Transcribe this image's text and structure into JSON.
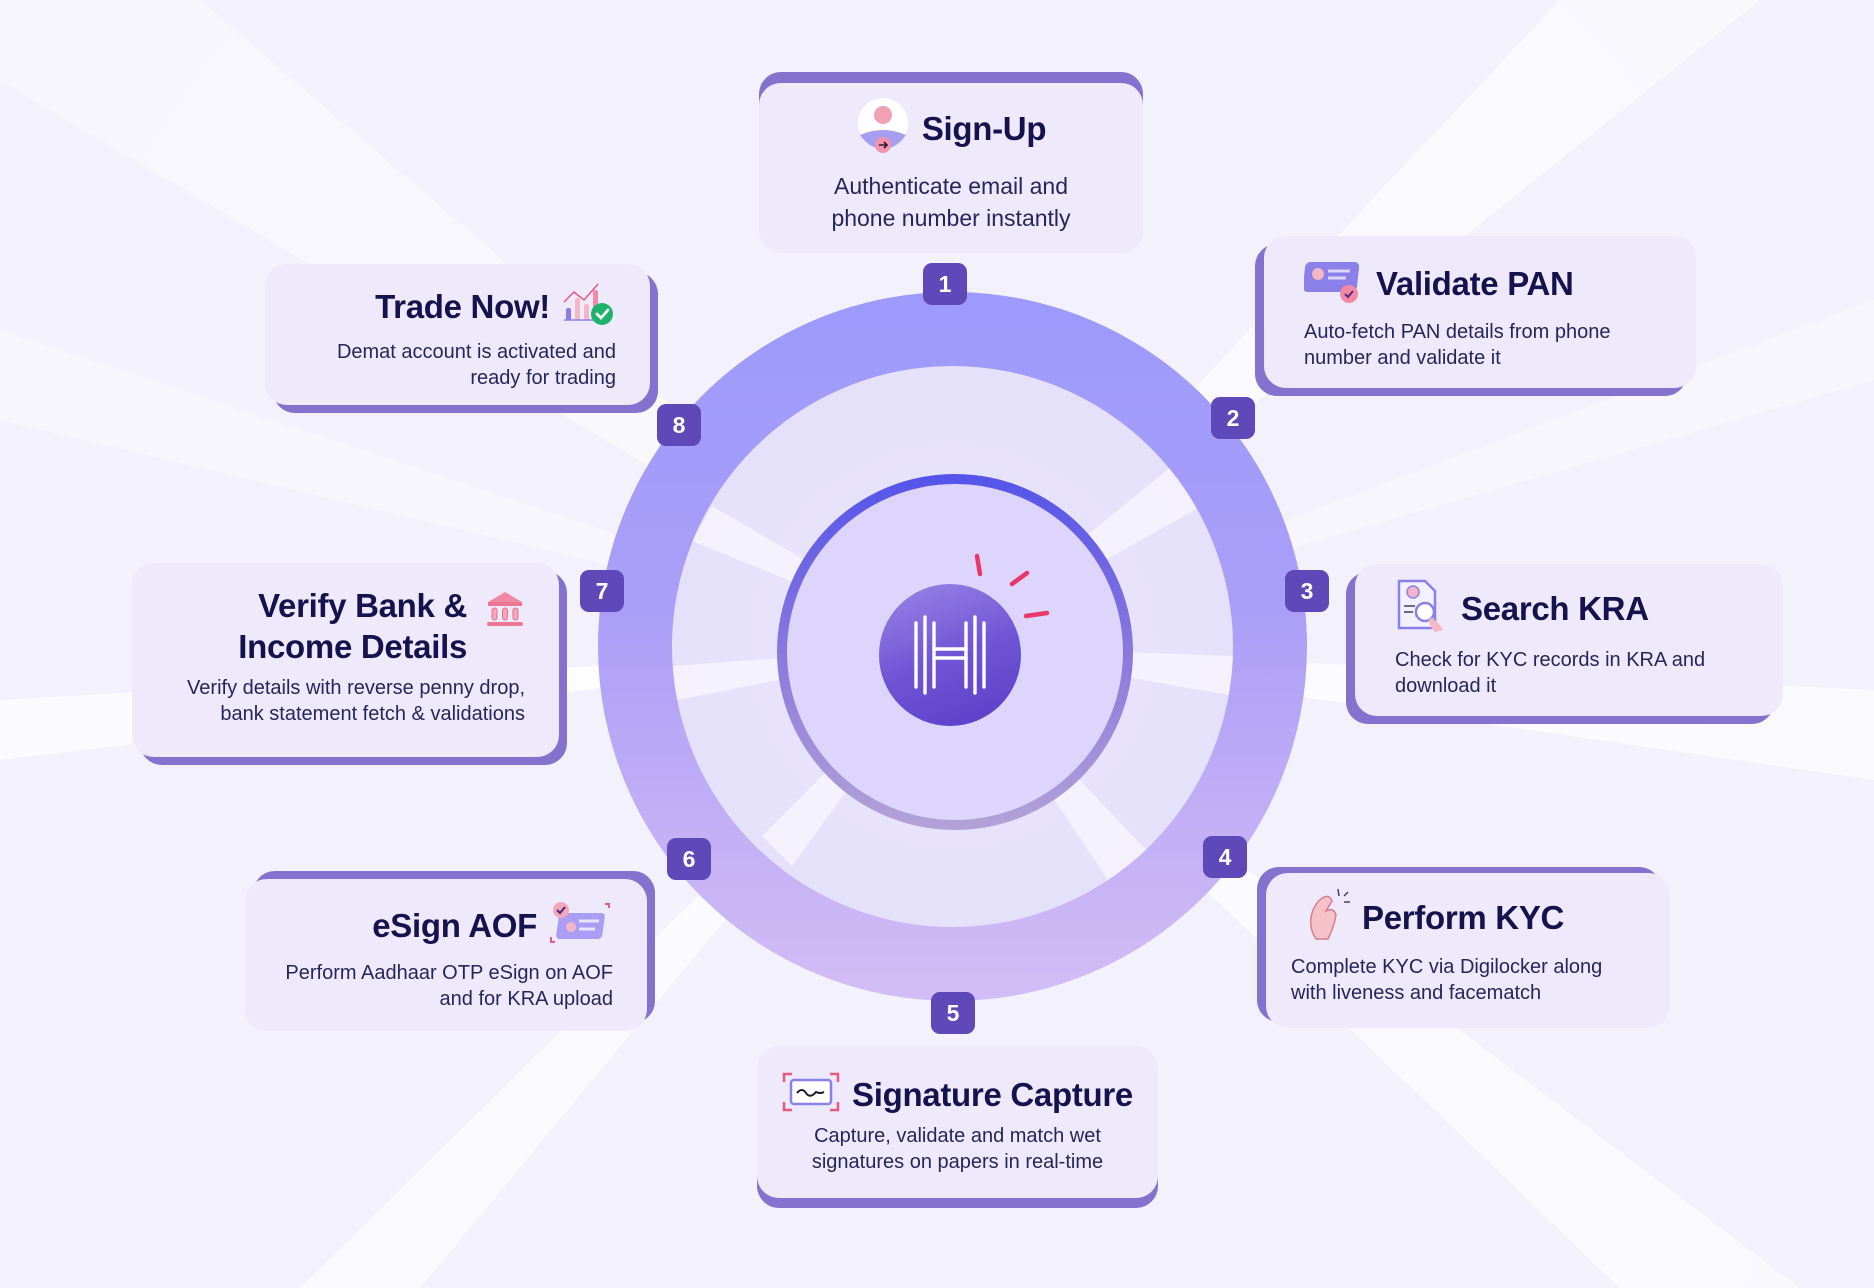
{
  "diagram": {
    "center_logo": {
      "letter": "H",
      "icon": "h-logo-icon"
    },
    "colors": {
      "background": "#f3f2fc",
      "ring_top": "#9d9afb",
      "ring_bottom": "#d3bdf5",
      "badge": "#5f48b8",
      "card_fill": "#eeeafc",
      "card_shadow": "#8472cf",
      "title_text": "#15124d",
      "spark_accent": "#e8386a"
    },
    "steps": [
      {
        "number": "1",
        "title": "Sign-Up",
        "icon": "user-signup-icon",
        "description_lines": [
          "Authenticate email and",
          "phone number instantly"
        ]
      },
      {
        "number": "2",
        "title": "Validate PAN",
        "icon": "id-card-check-icon",
        "description_lines": [
          "Auto-fetch PAN details from phone",
          "number and validate it"
        ]
      },
      {
        "number": "3",
        "title": "Search KRA",
        "icon": "document-search-icon",
        "description_lines": [
          "Check for KYC records in KRA and",
          "download it"
        ]
      },
      {
        "number": "4",
        "title": "Perform KYC",
        "icon": "hand-snap-icon",
        "description_lines": [
          "Complete KYC via Digilocker along",
          "with liveness and facematch"
        ]
      },
      {
        "number": "5",
        "title": "Signature Capture",
        "icon": "signature-scan-icon",
        "description_lines": [
          "Capture, validate and match wet",
          "signatures on papers in real-time"
        ]
      },
      {
        "number": "6",
        "title": "eSign AOF",
        "icon": "esign-card-icon",
        "description_lines": [
          "Perform Aadhaar OTP eSign on AOF",
          "and for KRA upload"
        ]
      },
      {
        "number": "7",
        "title_lines": [
          "Verify Bank &",
          "Income Details"
        ],
        "icon": "bank-icon",
        "description_lines": [
          "Verify details with reverse penny drop,",
          "bank statement fetch & validations"
        ]
      },
      {
        "number": "8",
        "title": "Trade Now!",
        "icon": "chart-check-icon",
        "description_lines": [
          "Demat account is activated and",
          "ready for trading"
        ]
      }
    ]
  }
}
